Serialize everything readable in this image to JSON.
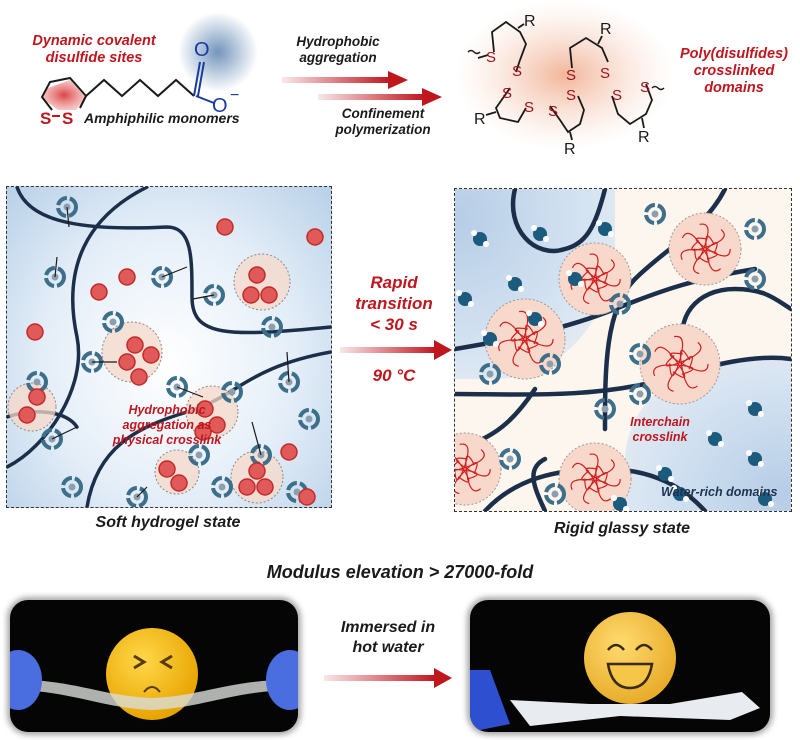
{
  "top": {
    "monomer_label_line1": "Dynamic covalent",
    "monomer_label_line2": "disulfide sites",
    "monomer_caption": "Amphiphilic monomers",
    "monomer_atoms": {
      "s1": "S",
      "s2": "S",
      "o1": "O",
      "o2": "O",
      "charge": "−"
    },
    "step1_line1": "Hydrophobic",
    "step1_line2": "aggregation",
    "step2_line1": "Confinement",
    "step2_line2": "polymerization",
    "product_label_line1": "Poly(disulfides)",
    "product_label_line2": "crosslinked",
    "product_label_line3": "domains",
    "product_atoms": {
      "s": "S",
      "r": "R"
    }
  },
  "middle": {
    "left_caption": "Soft hydrogel state",
    "left_annotation_line1": "Hydrophobic",
    "left_annotation_line2": "aggregation as",
    "left_annotation_line3": "physical crosslink",
    "transition_line1": "Rapid",
    "transition_line2": "transition",
    "transition_line3": "< 30 s",
    "transition_temp": "90 °C",
    "right_caption": "Rigid glassy state",
    "right_annotation_line1": "Interchain",
    "right_annotation_line2": "crosslink",
    "right_region_label": "Water-rich domains"
  },
  "bottom": {
    "headline": "Modulus elevation > 27000-fold",
    "arrow_label_line1": "Immersed in",
    "arrow_label_line2": "hot water",
    "left_photo_face": "><",
    "right_photo_face": "smile"
  },
  "colors": {
    "accent_red": "#c0161e",
    "navy_chain": "#1c2f4a",
    "teal_ring": "#3d6e8a",
    "bead_red": "#e05a5a",
    "panel_blue": "#cfe0f0"
  }
}
